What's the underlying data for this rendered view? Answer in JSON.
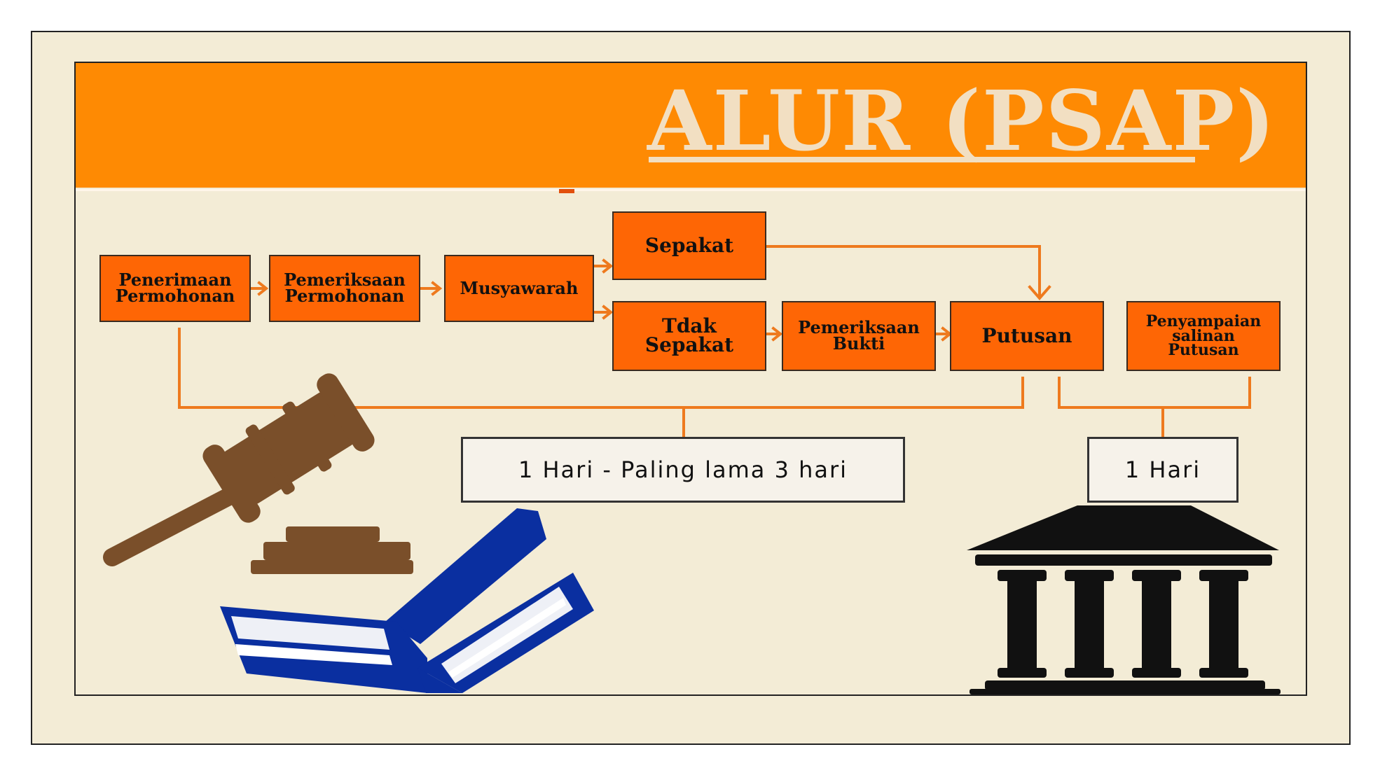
{
  "title": "ALUR (PSAP)",
  "steps": {
    "penerimaan": "Penerimaan\nPermohonan",
    "pemeriksaan_permohonan": "Pemeriksaan\nPermohonan",
    "musyawarah": "Musyawarah",
    "sepakat": "Sepakat",
    "tidak_sepakat": "Tdak\nSepakat",
    "pemeriksaan_bukti": "Pemeriksaan\nBukti",
    "putusan": "Putusan",
    "penyampaian": "Penyampaian\nsalinan\nPutusan"
  },
  "durations": {
    "first": "1 Hari - Paling lama 3 hari",
    "second": "1 Hari"
  },
  "icons": {
    "gavel": "gavel-icon",
    "books": "books-icon",
    "courthouse": "courthouse-icon"
  },
  "colors": {
    "header": "#fe8a03",
    "box": "#fe6605",
    "connector": "#ee7a1e",
    "background": "#f3ecd6",
    "gavel": "#7a4f2a",
    "books": "#0a2fa0"
  }
}
